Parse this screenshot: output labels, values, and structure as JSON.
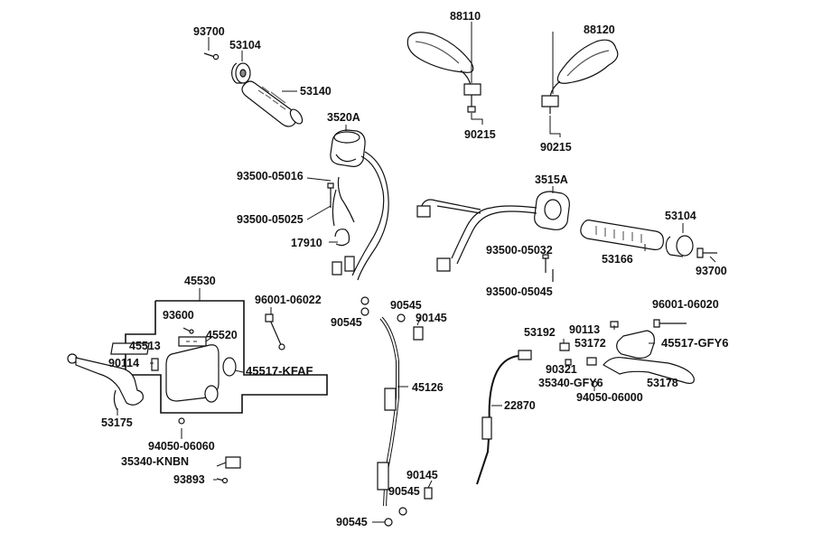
{
  "labels": {
    "p93700a": "93700",
    "p53104a": "53104",
    "p53140": "53140",
    "p3520A": "3520A",
    "p93500_05016": "93500-05016",
    "p93500_05025": "93500-05025",
    "p17910": "17910",
    "p88110": "88110",
    "p88120": "88120",
    "p90215a": "90215",
    "p90215b": "90215",
    "p3515A": "3515A",
    "p53104b": "53104",
    "p53166": "53166",
    "p93700b": "93700",
    "p93500_05032": "93500-05032",
    "p93500_05045": "93500-05045",
    "p45530": "45530",
    "p93600": "93600",
    "p45513": "45513",
    "p45520": "45520",
    "p90114": "90114",
    "p45517_KFAF": "45517-KFAF",
    "p53175": "53175",
    "p94050_06060": "94050-06060",
    "p35340_KNBN": "35340-KNBN",
    "p93893": "93893",
    "p96001_06022": "96001-06022",
    "p90545a": "90545",
    "p90545b": "90545",
    "p90145a": "90145",
    "p45126": "45126",
    "p90145b": "90145",
    "p90545c": "90545",
    "p90545d": "90545",
    "p22870": "22870",
    "p96001_06020": "96001-06020",
    "p53192": "53192",
    "p90113": "90113",
    "p53172": "53172",
    "p45517_GFY6": "45517-GFY6",
    "p90321": "90321",
    "p35340_GFY6": "35340-GFY6",
    "p53178": "53178",
    "p94050_06000": "94050-06000"
  }
}
